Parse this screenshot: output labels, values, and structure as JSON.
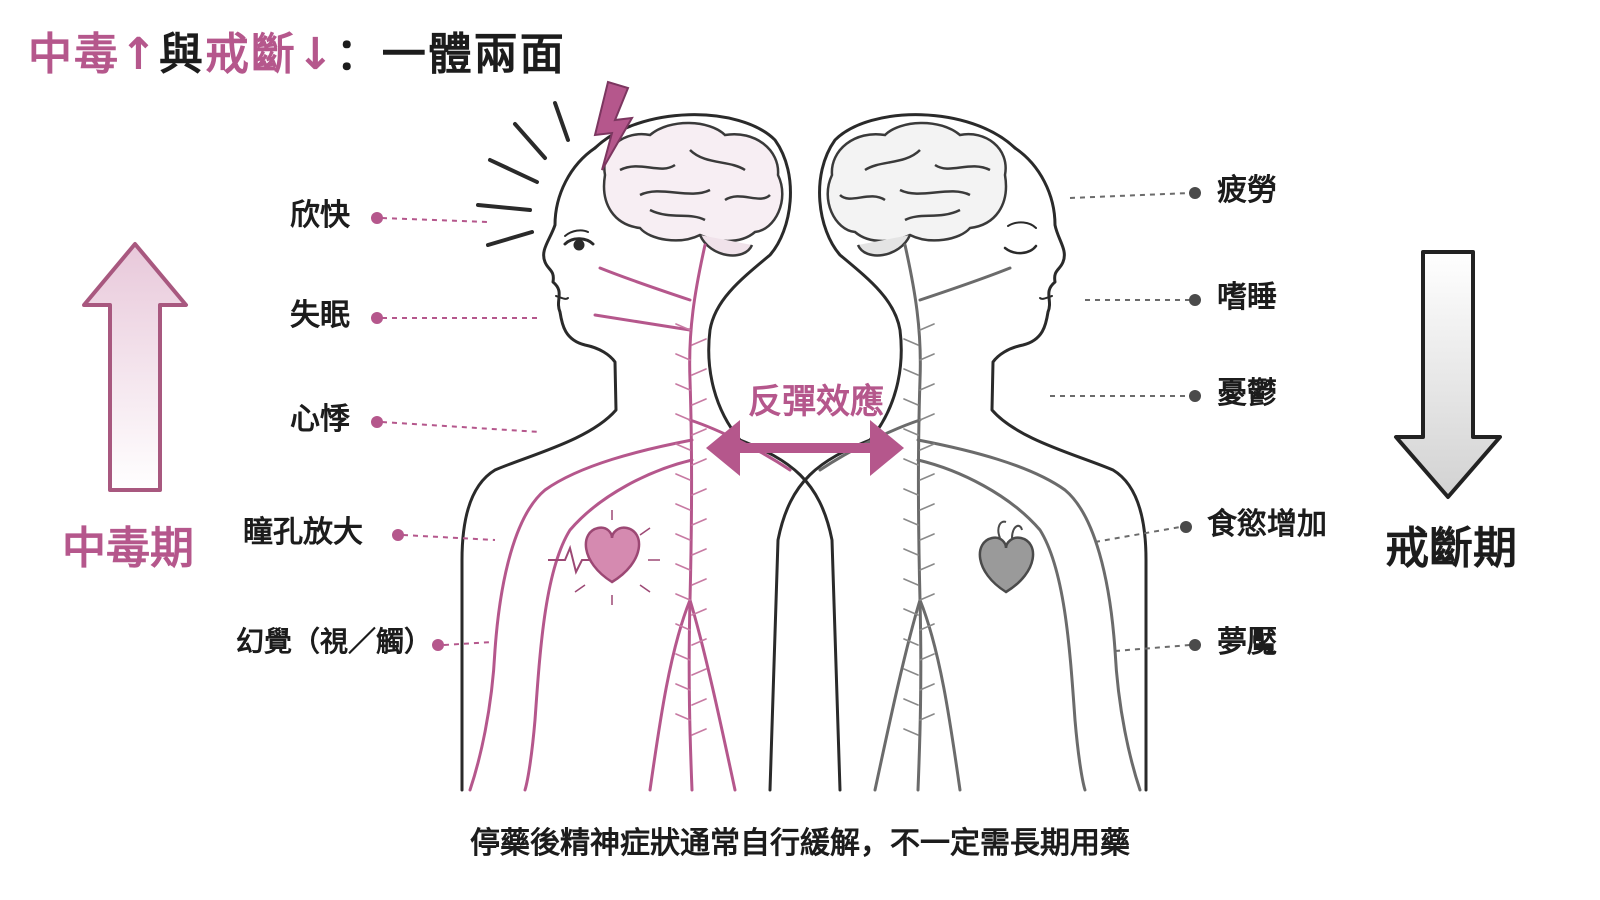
{
  "title": {
    "part1": "中毒↑",
    "part2": "與",
    "part3": "戒斷↓",
    "part4": "：一體兩面"
  },
  "intoxication": {
    "phase_label": "中毒期",
    "color": "#b5578c",
    "symptoms": [
      "欣快",
      "失眠",
      "心悸",
      "瞳孔放大",
      "幻覺（視／觸）"
    ]
  },
  "withdrawal": {
    "phase_label": "戒斷期",
    "color": "#6b6b6b",
    "symptoms": [
      "疲勞",
      "嗜睡",
      "憂鬱",
      "食慾增加",
      "夢魘"
    ]
  },
  "rebound": {
    "label": "反彈效應"
  },
  "footer": "停藥後精神症狀通常自行緩解，不一定需長期用藥"
}
